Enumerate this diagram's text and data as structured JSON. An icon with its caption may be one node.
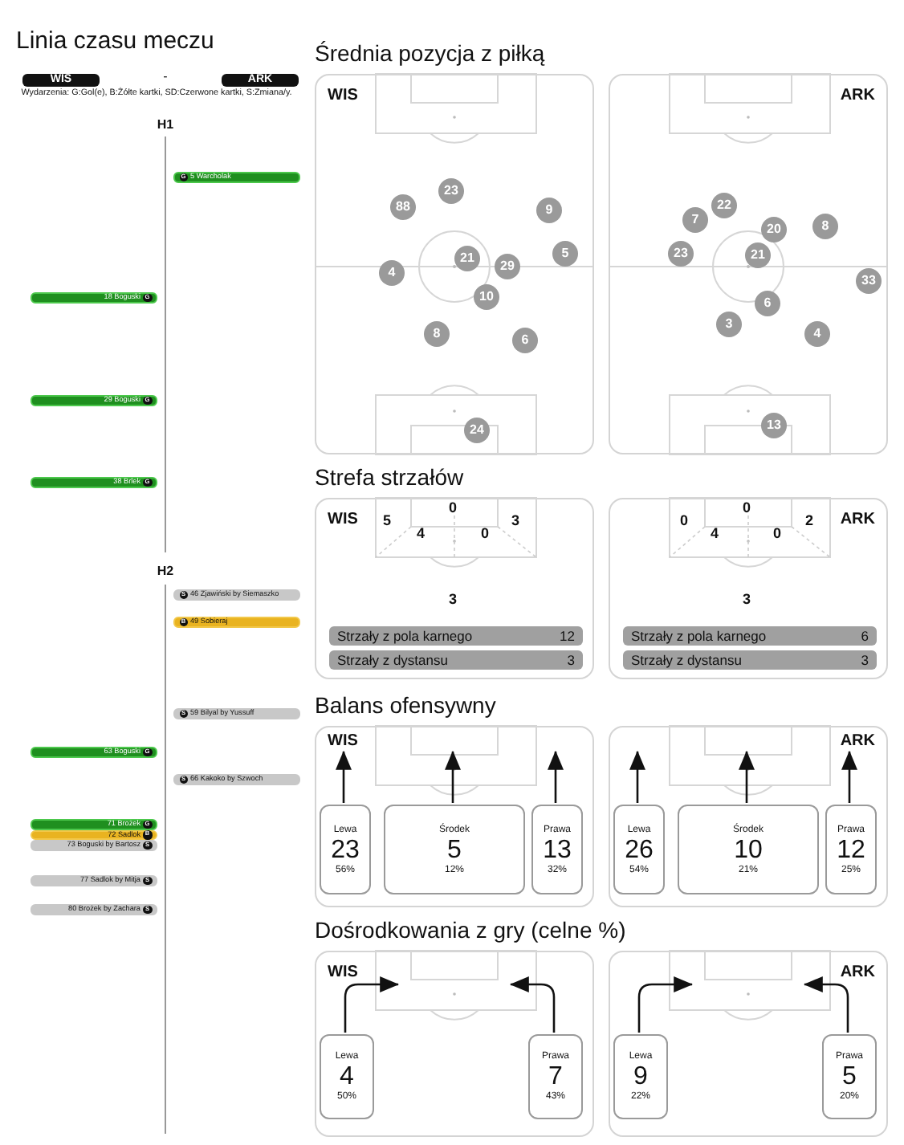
{
  "diagram": {
    "nodes": [
      {
        "text": [
          "WIS"
        ]
      },
      {
        "text": [
          "ARK"
        ]
      },
      {
        "text": [
          "G",
          "5 Warcholak"
        ]
      },
      {
        "text": [
          "18 Boguski",
          "G"
        ]
      },
      {
        "text": [
          "29 Boguski",
          "G"
        ]
      },
      {
        "text": [
          "38 Brlek",
          "G"
        ]
      },
      {
        "text": [
          "S",
          "46 Zjawiński by Siemaszko"
        ]
      },
      {
        "text": [
          "B",
          "49 Sobieraj"
        ]
      },
      {
        "text": [
          "S",
          "59 Bilyal by Yussuff"
        ]
      },
      {
        "text": [
          "63 Boguski",
          "G"
        ]
      },
      {
        "text": [
          "S",
          "66 Kakoko by Szwoch"
        ]
      },
      {
        "text": [
          "71 Brożek",
          "G"
        ]
      },
      {
        "text": [
          "72 Sadlok",
          "B"
        ]
      },
      {
        "text": [
          "73 Boguski by Bartosz",
          "S"
        ]
      },
      {
        "text": [
          "77 Sadlok by Mitja",
          "S"
        ]
      },
      {
        "text": [
          "80 Brożek by Zachara",
          "S"
        ]
      },
      {
        "text": [
          "WIS"
        ]
      },
      {
        "text": [
          "88"
        ],
        "in": 16
      },
      {
        "text": [
          "23"
        ],
        "in": 16
      },
      {
        "text": [
          "9"
        ],
        "in": 16
      },
      {
        "text": [
          "4"
        ],
        "in": 16
      },
      {
        "text": [
          "21"
        ],
        "in": 16
      },
      {
        "text": [
          "29"
        ],
        "in": 16
      },
      {
        "text": [
          "5"
        ],
        "in": 16
      },
      {
        "text": [
          "10"
        ],
        "in": 16
      },
      {
        "text": [
          "8"
        ],
        "in": 16
      },
      {
        "text": [
          "6"
        ],
        "in": 16
      },
      {
        "text": [
          "24"
        ],
        "in": 16
      },
      {
        "text": [
          "ARK"
        ]
      },
      {
        "text": [
          "7"
        ],
        "in": 28
      },
      {
        "text": [
          "22"
        ],
        "in": 28
      },
      {
        "text": [
          "20"
        ],
        "in": 28
      },
      {
        "text": [
          "8"
        ],
        "in": 28
      },
      {
        "text": [
          "23"
        ],
        "in": 28
      },
      {
        "text": [
          "21"
        ],
        "in": 28
      },
      {
        "text": [
          "33"
        ],
        "in": 28
      },
      {
        "text": [
          "6"
        ],
        "in": 28
      },
      {
        "text": [
          "3"
        ],
        "in": 28
      },
      {
        "text": [
          "4"
        ],
        "in": 28
      },
      {
        "text": [
          "13"
        ],
        "in": 28
      },
      {
        "text": [
          "WIS"
        ]
      },
      {
        "text": [
          "Strzały z pola karnego",
          "12"
        ],
        "in": 40
      },
      {
        "text": [
          "Strzały z dystansu",
          "3"
        ],
        "in": 40
      },
      {
        "text": [
          "ARK"
        ]
      },
      {
        "text": [
          "Strzały z pola karnego",
          "6"
        ],
        "in": 43
      },
      {
        "text": [
          "Strzały z dystansu",
          "3"
        ],
        "in": 43
      },
      {
        "text": [
          "WIS"
        ]
      },
      {
        "text": [
          "Lewa",
          "23",
          "56%"
        ],
        "in": 46
      },
      {
        "text": [
          "Środek",
          "5",
          "12%"
        ],
        "in": 46
      },
      {
        "text": [
          "Prawa",
          "13",
          "32%"
        ],
        "in": 46
      },
      {
        "text": [
          "ARK"
        ]
      },
      {
        "text": [
          "Lewa",
          "26",
          "54%"
        ],
        "in": 50
      },
      {
        "text": [
          "Środek",
          "10",
          "21%"
        ],
        "in": 50
      },
      {
        "text": [
          "Prawa",
          "12",
          "25%"
        ],
        "in": 50
      },
      {
        "text": [
          "WIS"
        ]
      },
      {
        "text": [
          "Lewa",
          "4",
          "50%"
        ],
        "in": 54
      },
      {
        "text": [
          "Prawa",
          "7",
          "43%"
        ],
        "in": 54
      },
      {
        "text": [
          "ARK"
        ]
      },
      {
        "text": [
          "Lewa",
          "9",
          "22%"
        ],
        "in": 57
      },
      {
        "text": [
          "Prawa",
          "5",
          "20%"
        ],
        "in": 57
      }
    ],
    "edges": [
      {
        "from": 47,
        "to": null,
        "arrow": "to"
      },
      {
        "from": 48,
        "to": null,
        "arrow": "to"
      },
      {
        "from": 49,
        "to": null,
        "arrow": "to"
      },
      {
        "from": 51,
        "to": null,
        "arrow": "to"
      },
      {
        "from": 52,
        "to": null,
        "arrow": "to"
      },
      {
        "from": 53,
        "to": null,
        "arrow": "to"
      },
      {
        "from": 55,
        "to": null,
        "arrow": "to"
      },
      {
        "from": 56,
        "to": null,
        "arrow": "to"
      },
      {
        "from": 58,
        "to": null,
        "arrow": "to"
      },
      {
        "from": 59,
        "to": null,
        "arrow": "to"
      }
    ],
    "labels": [
      "Linia czasu meczu",
      "-",
      "Wydarzenia: G:Gol(e), B:Żółte kartki, SD:Czerwone kartki, S:Zmiana/y.",
      "H1",
      "H2",
      "Średnia pozycja z piłką",
      "Strefa strzałów",
      "5",
      "0",
      "3",
      "4",
      "0",
      "3",
      "0",
      "0",
      "2",
      "4",
      "0",
      "3",
      "Balans ofensywny",
      "Dośrodkowania z gry (celne %)"
    ]
  }
}
